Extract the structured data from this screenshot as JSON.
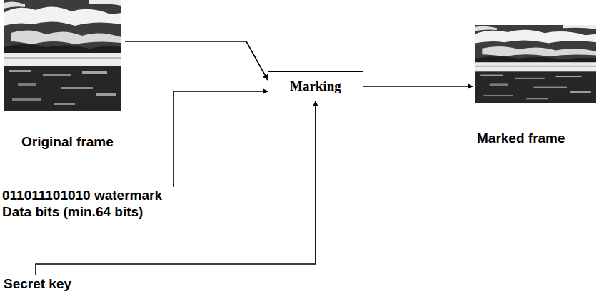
{
  "diagram": {
    "nodes": [
      {
        "text": [
          "Original frame"
        ]
      },
      {
        "text": [
          "Marking"
        ]
      },
      {
        "text": [
          "Marked frame"
        ]
      },
      {
        "text": [
          "011011101010 watermark Data bits (min.64 bits)"
        ]
      },
      {
        "text": [
          "Secret key"
        ]
      }
    ],
    "edges": [
      {
        "from": 0,
        "to": 1,
        "arrow": "to"
      },
      {
        "from": 3,
        "to": 1,
        "arrow": "to"
      },
      {
        "from": 4,
        "to": 1,
        "arrow": "to"
      },
      {
        "from": 1,
        "to": 2,
        "arrow": "to"
      }
    ]
  }
}
